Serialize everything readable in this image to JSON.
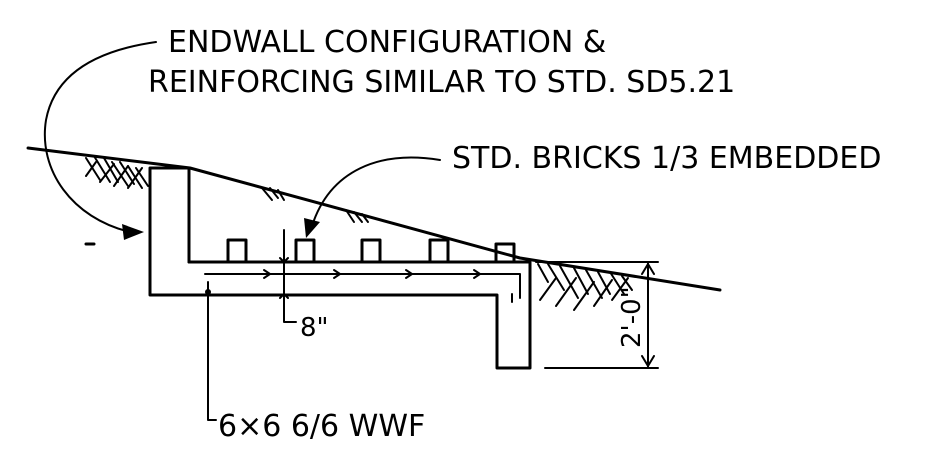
{
  "notes": {
    "endwall_line1": "ENDWALL CONFIGURATION &",
    "endwall_line2": "REINFORCING SIMILAR TO STD. SD5.21",
    "bricks": "STD. BRICKS 1/3 EMBEDDED"
  },
  "dimensions": {
    "slab_thickness": "8\"",
    "depth": "2'-0\""
  },
  "reinforcement": {
    "label": "6×6 6/6 WWF"
  },
  "colors": {
    "ink": "#000000",
    "paper": "#ffffff"
  }
}
